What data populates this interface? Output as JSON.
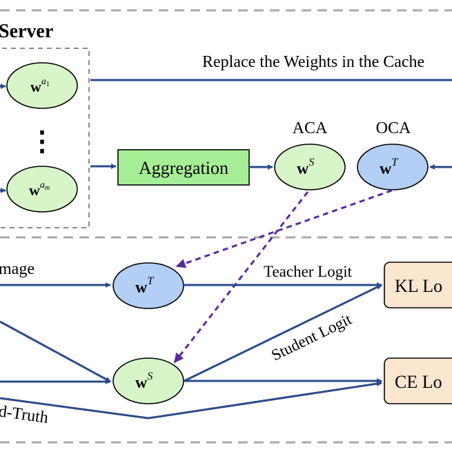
{
  "server": {
    "title": "Server"
  },
  "cache_arrow_label": "Replace the Weights in the Cache",
  "client_nodes": {
    "top": {
      "base": "w",
      "sup": "a",
      "sub": "1"
    },
    "bottom": {
      "base": "w",
      "sup": "a",
      "sub": "m"
    },
    "ellipsis": "⋮"
  },
  "aggregation_label": "Aggregation",
  "aca": {
    "label": "ACA",
    "base": "w",
    "sup": "S"
  },
  "oca": {
    "label": "OCA",
    "base": "w",
    "sup": "T"
  },
  "teacher_node": {
    "base": "w",
    "sup": "T"
  },
  "student_node": {
    "base": "w",
    "sup": "S"
  },
  "image_label": "mage",
  "teacher_logit_label": "Teacher Logit",
  "student_logit_label": "Student Logit",
  "ground_truth_label": "d-Truth",
  "kl_loss_label": "KL Lo",
  "ce_loss_label": "CE Lo",
  "colors": {
    "arrow": "#2b4a8b",
    "dashed_arrow": "#5a2a9c",
    "green_fill": "#d6f5c9",
    "blue_fill": "#b3cff5",
    "loss_fill": "#fbe6d0",
    "aggregation_fill": "#a5ee95"
  }
}
